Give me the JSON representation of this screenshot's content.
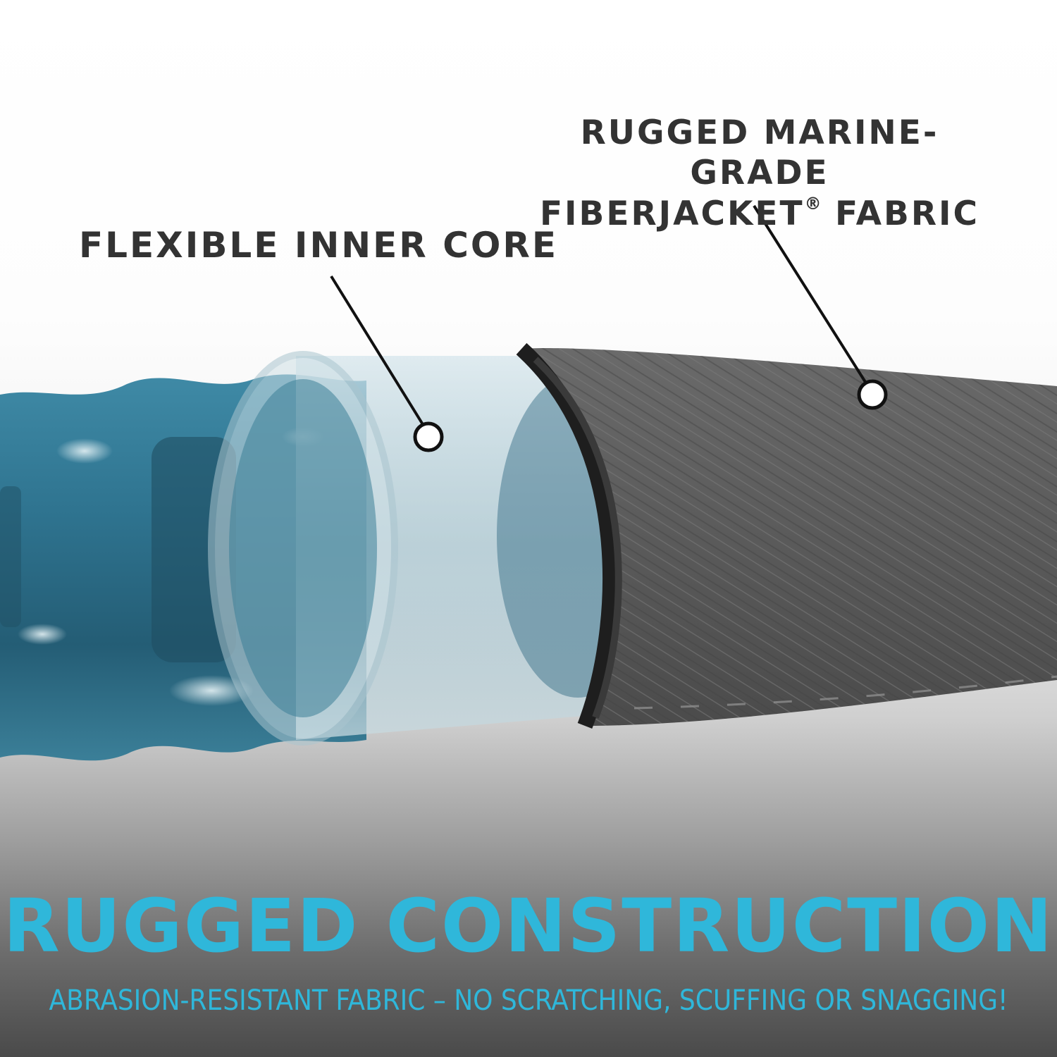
{
  "callouts": {
    "inner_core": "FLEXIBLE INNER CORE",
    "outer_fabric_line1": "RUGGED MARINE-GRADE",
    "outer_fabric_line2_main": "FIBERJACKET",
    "outer_fabric_line2_mark": "®",
    "outer_fabric_line2_end": " FABRIC"
  },
  "headline": "RUGGED CONSTRUCTION",
  "subheadline": "ABRASION-RESISTANT FABRIC – NO SCRATCHING, SCUFFING OR SNAGGING!",
  "colors": {
    "accent": "#2fb7da",
    "label_text": "#333333",
    "inner_core": "#2b6e86",
    "outer_jacket": "#5a5a5a"
  }
}
